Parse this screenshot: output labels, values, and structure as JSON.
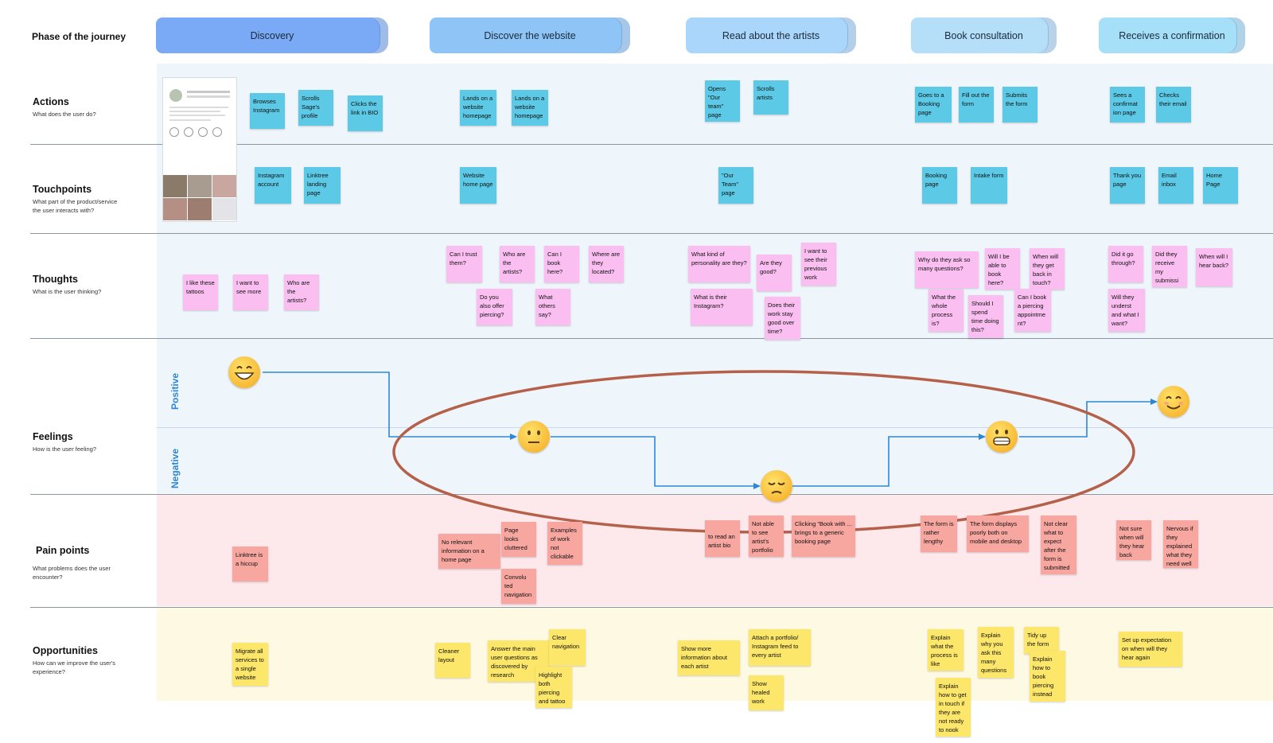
{
  "phase_heading": "Phase of the journey",
  "phases": [
    {
      "label": "Discovery",
      "color": "#7aaaf5"
    },
    {
      "label": "Discover the website",
      "color": "#8fc4f7"
    },
    {
      "label": "Read about the  artists",
      "color": "#a9d6fa"
    },
    {
      "label": "Book consultation",
      "color": "#b5def9"
    },
    {
      "label": "Receives a confirmation",
      "color": "#a6e0f8"
    }
  ],
  "rows": {
    "actions": {
      "title": "Actions",
      "subtitle": "What does the user do?"
    },
    "touchpoints": {
      "title": "Touchpoints",
      "subtitle": "What part of the product/service the user interacts with?"
    },
    "thoughts": {
      "title": "Thoughts",
      "subtitle": "What is the user thinking?"
    },
    "feelings": {
      "title": "Feelings",
      "subtitle": "How is the user feeling?",
      "positive": "Positive",
      "negative": "Negative"
    },
    "pain": {
      "title": "Pain points",
      "subtitle": "What problems does the user encounter?"
    },
    "opportunities": {
      "title": "Opportunities",
      "subtitle": "How can we improve the user's experience?"
    }
  },
  "actions": [
    "Browses Instagram",
    "Scrolls Sage's profile",
    "Clicks the link in BIO",
    "Lands on a website homepage",
    "Lands on a website homepage",
    "Opens \"Our team\" page",
    "Scrolls artists",
    "Goes to a Booking page",
    "Fill out the form",
    "Submits the form",
    "Sees a confirmat ion page",
    "Checks their email"
  ],
  "touchpoints": [
    "Instagram account",
    "Linktree landing page",
    "Website home page",
    "\"Our Team\" page",
    "Booking page",
    "Intake form",
    "Thank you page",
    "Email inbox",
    "Home Page"
  ],
  "thoughts": [
    "I like these tattoos",
    "I want to see more",
    "Who are the artists?",
    "Can I trust them?",
    "Who are the artists?",
    "Can I book here?",
    "Where are they located?",
    "Do you also offer piercing?",
    "What others say?",
    "What kind of personality are they?",
    "Are they good?",
    "I want to see their previous work",
    "What is their Instagram?",
    "Does their work stay good over time?",
    "Why do they ask so many questions?",
    "Will I be able to book here?",
    "When will they get back in touch?",
    "What the whole process is?",
    "Should I spend time doing this?",
    "Can I book a piercing appointme nt?",
    "Did it go through?",
    "Did they receive my submissi on?",
    "When will I hear back?",
    "Will they underst and what I want?"
  ],
  "pains": [
    "Linktree is a hiccup",
    "No relevant information  on a home page",
    "Page looks cluttered",
    "Examples of work not clickable",
    "Convolu ted navigation",
    "to read an artist bio",
    "Not able to see artist's portfolio",
    "Clicking \"Book with ... brings to a generic booking page",
    "The form is rather lengthy",
    "The form displays poorly both on mobile and desktop",
    "Not clear what to expect after the form is submitted",
    "Not sure when will they hear back",
    "Nervous if they explained what they need well"
  ],
  "opportunities": [
    "Migrate all services to a single website",
    "Cleaner layout",
    "Answer the main user questions as discovered by research",
    "Clear navigation",
    "Highlight both piercing and tattoo",
    "Show more information about each artist",
    "Attach a portfolio/ Instagram feed to every artist",
    "Show healed work",
    "Explain what the process is like",
    "Explain how to get in touch if they are not ready to nook",
    "Explain why you ask this many questions",
    "Tidy up the form",
    "Explain how to book piercing instead",
    "Set up expectation on when will they hear again"
  ],
  "colors": {
    "sticky_blue": "#5ccae6",
    "sticky_pink": "#fbbef1",
    "sticky_red": "#f8a6a0",
    "sticky_yellow": "#fce76a",
    "journey_line": "#2e86d6",
    "highlight_ellipse": "#b5614a"
  }
}
